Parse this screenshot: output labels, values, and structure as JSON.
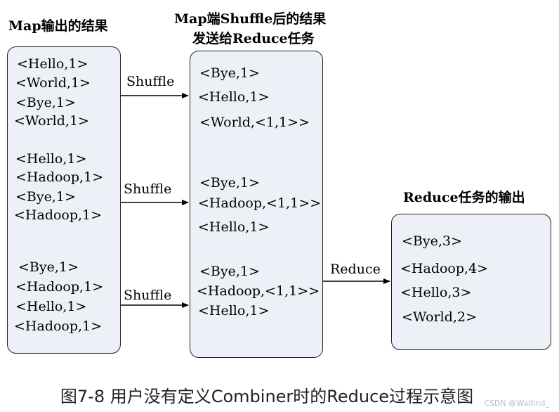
{
  "titles": {
    "map_output": "Map输出的结果",
    "shuffle_line1": "Map端Shuffle后的结果",
    "shuffle_line2": "发送给Reduce任务",
    "reduce_output": "Reduce任务的输出"
  },
  "map_output": [
    [
      "<Hello,1>",
      "<World,1>",
      "<Bye,1>",
      "<World,1>"
    ],
    [
      "<Hello,1>",
      "<Hadoop,1>",
      "<Bye,1>",
      "<Hadoop,1>"
    ],
    [
      "<Bye,1>",
      "<Hadoop,1>",
      "<Hello,1>",
      "<Hadoop,1>"
    ]
  ],
  "shuffle_result": [
    [
      "<Bye,1>",
      "<Hello,1>",
      "<World,<1,1>>"
    ],
    [
      "<Bye,1>",
      "<Hadoop,<1,1>>",
      "<Hello,1>"
    ],
    [
      "<Bye,1>",
      "<Hadoop,<1,1>>",
      "<Hello,1>"
    ]
  ],
  "reduce_output": [
    "<Bye,3>",
    "<Hadoop,4>",
    "<Hello,3>",
    "<World,2>"
  ],
  "edges": [
    "Shuffle",
    "Shuffle",
    "Shuffle",
    "Reduce"
  ],
  "caption": "图7-8 用户没有定义Combiner时的Reduce过程示意图",
  "watermark": "CSDN @Waitind_"
}
